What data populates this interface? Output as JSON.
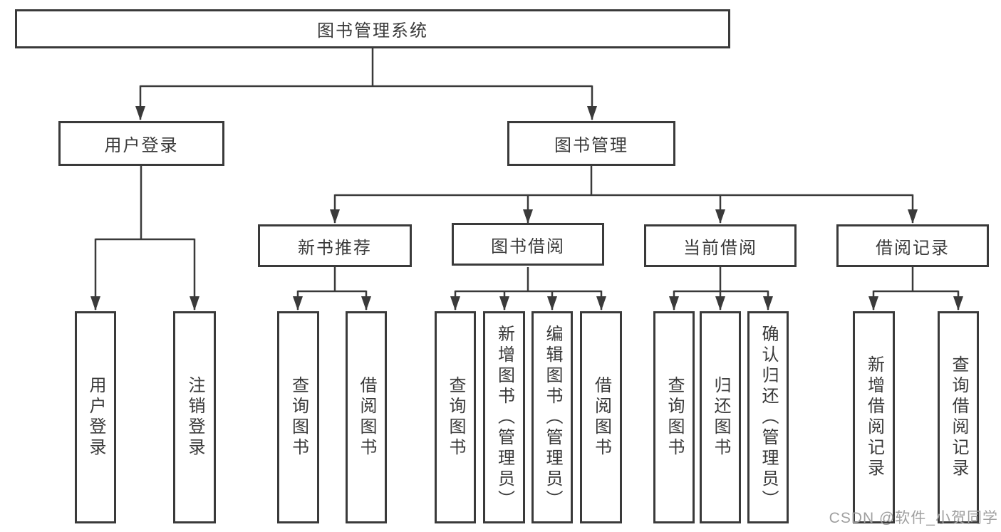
{
  "diagram": {
    "title": "图书管理系统",
    "branches": [
      {
        "label": "用户登录",
        "children": [
          {
            "label": "用户登录"
          },
          {
            "label": "注销登录"
          }
        ]
      },
      {
        "label": "图书管理",
        "children": [
          {
            "label": "新书推荐",
            "children": [
              {
                "label": "查询图书"
              },
              {
                "label": "借阅图书"
              }
            ]
          },
          {
            "label": "图书借阅",
            "children": [
              {
                "label": "查询图书"
              },
              {
                "label": "新增图书（管理员）"
              },
              {
                "label": "编辑图书（管理员）"
              },
              {
                "label": "借阅图书"
              }
            ]
          },
          {
            "label": "当前借阅",
            "children": [
              {
                "label": "查询图书"
              },
              {
                "label": "归还图书"
              },
              {
                "label": "确认归还（管理员）"
              }
            ]
          },
          {
            "label": "借阅记录",
            "children": [
              {
                "label": "新增借阅记录"
              },
              {
                "label": "查询借阅记录"
              }
            ]
          }
        ]
      }
    ]
  },
  "watermark": "CSDN @软件_小贺同学",
  "colors": {
    "line": "#3a3a3a",
    "text": "#3a3a3a",
    "watermark": "#a0a0a0",
    "background": "#ffffff"
  }
}
